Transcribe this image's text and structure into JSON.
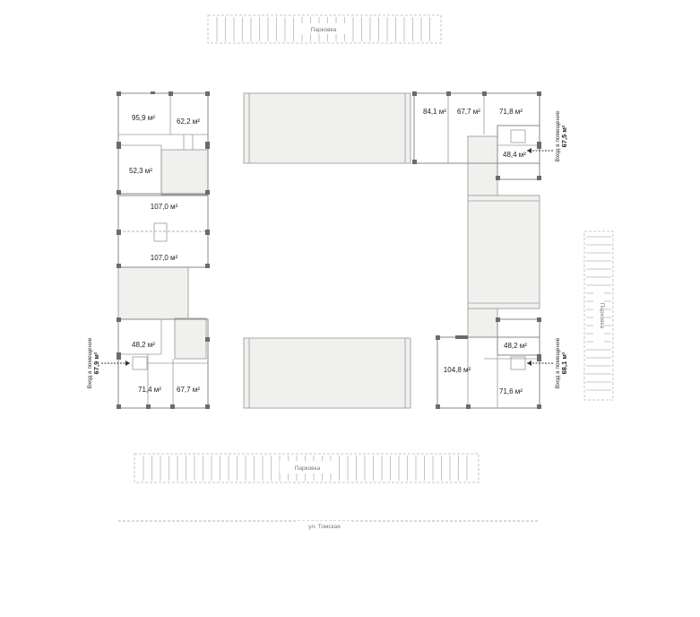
{
  "parking": {
    "top_label": "Парковка",
    "bottom_label": "Парковка",
    "right_label": "Парковка"
  },
  "street": {
    "label": "ул. Томская"
  },
  "units": {
    "u_95_9": "95,9 м²",
    "u_62_2": "62,2 м²",
    "u_52_3": "52,3 м²",
    "u_107_0_a": "107,0 м²",
    "u_107_0_b": "107,0 м²",
    "u_48_2_left": "48,2 м²",
    "u_71_4": "71,4 м²",
    "u_67_7_left": "67,7 м²",
    "u_84_1": "84,1 м²",
    "u_67_7_top": "67,7 м²",
    "u_71_8": "71,8 м²",
    "u_48_4": "48,4 м²",
    "u_104_8": "104,8 м²",
    "u_48_2_right": "48,2 м²",
    "u_71_6": "71,6 м²"
  },
  "entrances": {
    "left": {
      "caption": "Вход в помещение",
      "area": "67,9 м²"
    },
    "top_right": {
      "caption": "Вход в помещение",
      "area": "67,5 м²"
    },
    "bottom_right": {
      "caption": "Вход в помещение",
      "area": "68,1 м²"
    }
  },
  "colors": {
    "wall": "#8a8a8a",
    "corridor_fill": "#f0f1ee",
    "pillar": "#6b6b6b",
    "parking_line": "#b8b8b8"
  }
}
